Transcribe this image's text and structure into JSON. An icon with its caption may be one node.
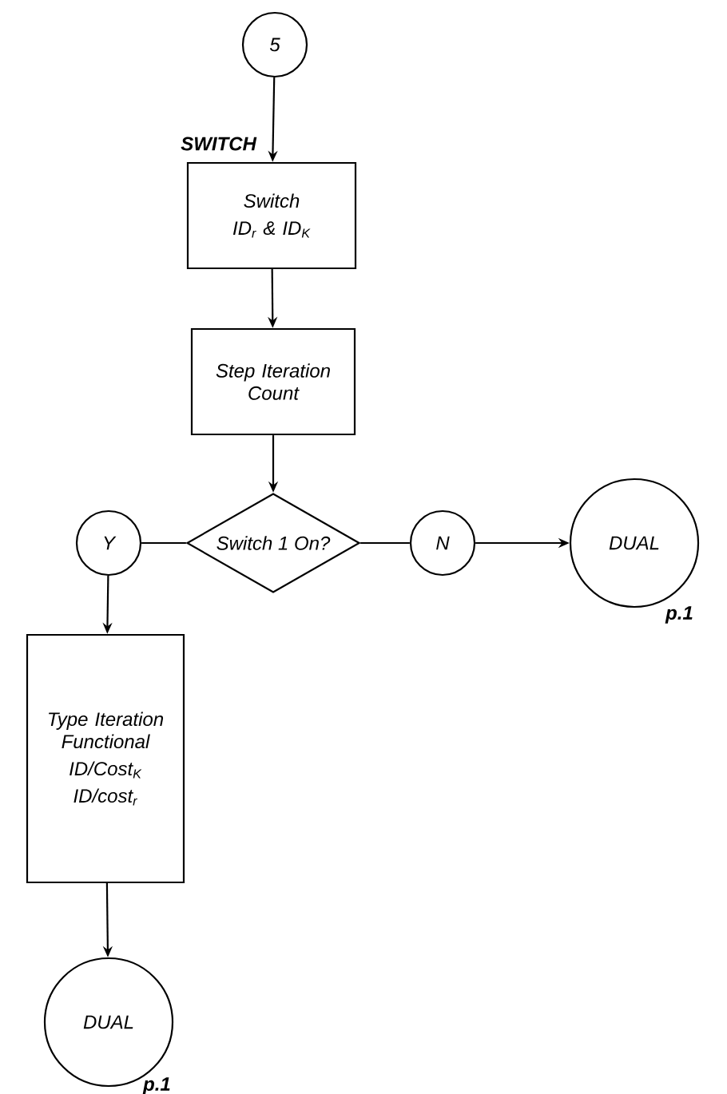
{
  "diagram": {
    "nodes": [
      {
        "text": [
          "5"
        ]
      },
      {
        "text": [
          "Switch",
          "ID$_{r}$ & ID$_{K}$"
        ],
        "beside": [
          "SWITCH"
        ]
      },
      {
        "text": [
          "Step Iteration Count"
        ]
      },
      {
        "text": [
          "Switch 1 On?"
        ]
      },
      {
        "text": [
          "Y"
        ]
      },
      {
        "text": [
          "N"
        ]
      },
      {
        "text": [
          "DUAL"
        ],
        "beside": [
          "p.1"
        ]
      },
      {
        "text": [
          "Type Iteration Functional",
          "ID/Cost$_{K}$",
          "ID/cost$_{r}$"
        ]
      },
      {
        "text": [
          "DUAL"
        ],
        "beside": [
          "p.1"
        ]
      }
    ],
    "edges": [
      {
        "from": 0,
        "to": 1,
        "arrow": "to"
      },
      {
        "from": 1,
        "to": 2,
        "arrow": "to"
      },
      {
        "from": 2,
        "to": 3,
        "arrow": "to"
      },
      {
        "from": 3,
        "to": 4,
        "arrow": "none"
      },
      {
        "from": 3,
        "to": 5,
        "arrow": "none"
      },
      {
        "from": 5,
        "to": 6,
        "arrow": "to"
      },
      {
        "from": 4,
        "to": 7,
        "arrow": "to"
      },
      {
        "from": 7,
        "to": 8,
        "arrow": "to"
      }
    ]
  }
}
